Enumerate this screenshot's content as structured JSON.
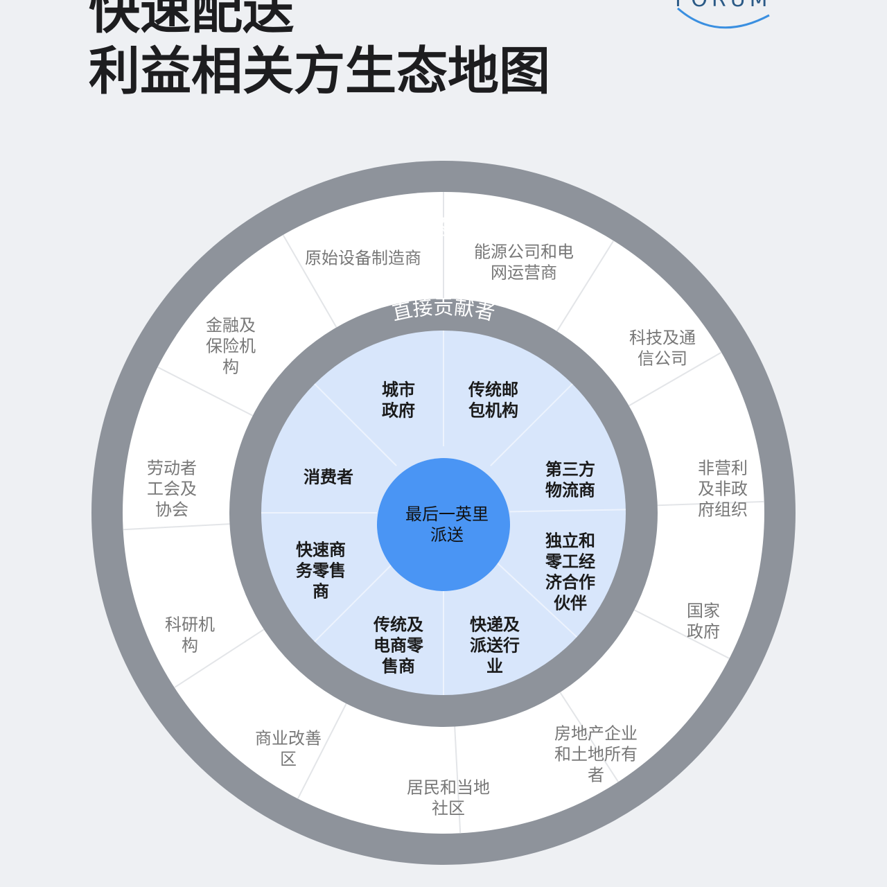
{
  "title": {
    "line1": "快速配送",
    "line2": "利益相关方生态地图"
  },
  "logo": {
    "text": "FORUM"
  },
  "diagram": {
    "outer_ring_label": "更广泛的生态系统推动者",
    "inner_ring_label": "直接贡献者",
    "center_label": [
      "最后一英里",
      "派送"
    ],
    "outer_segments": [
      {
        "lines": [
          "原始设备制造商"
        ]
      },
      {
        "lines": [
          "能源公司和电",
          "网运营商"
        ]
      },
      {
        "lines": [
          "科技及通",
          "信公司"
        ]
      },
      {
        "lines": [
          "非营利",
          "及非政",
          "府组织"
        ]
      },
      {
        "lines": [
          "国家",
          "政府"
        ]
      },
      {
        "lines": [
          "房地产企业",
          "和土地所有",
          "者"
        ]
      },
      {
        "lines": [
          "居民和当地",
          "社区"
        ]
      },
      {
        "lines": [
          "商业改善",
          "区"
        ]
      },
      {
        "lines": [
          "科研机",
          "构"
        ]
      },
      {
        "lines": [
          "劳动者",
          "工会及",
          "协会"
        ]
      },
      {
        "lines": [
          "金融及",
          "保险机",
          "构"
        ]
      }
    ],
    "inner_segments": [
      {
        "lines": [
          "城市",
          "政府"
        ]
      },
      {
        "lines": [
          "传统邮",
          "包机构"
        ]
      },
      {
        "lines": [
          "第三方",
          "物流商"
        ]
      },
      {
        "lines": [
          "独立和",
          "零工经",
          "济合作",
          "伙伴"
        ]
      },
      {
        "lines": [
          "快递及",
          "派送行",
          "业"
        ]
      },
      {
        "lines": [
          "传统及",
          "电商零",
          "售商"
        ]
      },
      {
        "lines": [
          "快速商",
          "务零售",
          "商"
        ]
      },
      {
        "lines": [
          "消费者"
        ]
      }
    ],
    "colors": {
      "ring": "#8e939b",
      "outer_fill": "#ffffff",
      "inner_fill": "#d8e6fb",
      "center_fill": "#4a95f4",
      "outer_text": "#777777",
      "inner_text": "#1a1a1a",
      "ring_text": "#ffffff"
    }
  }
}
